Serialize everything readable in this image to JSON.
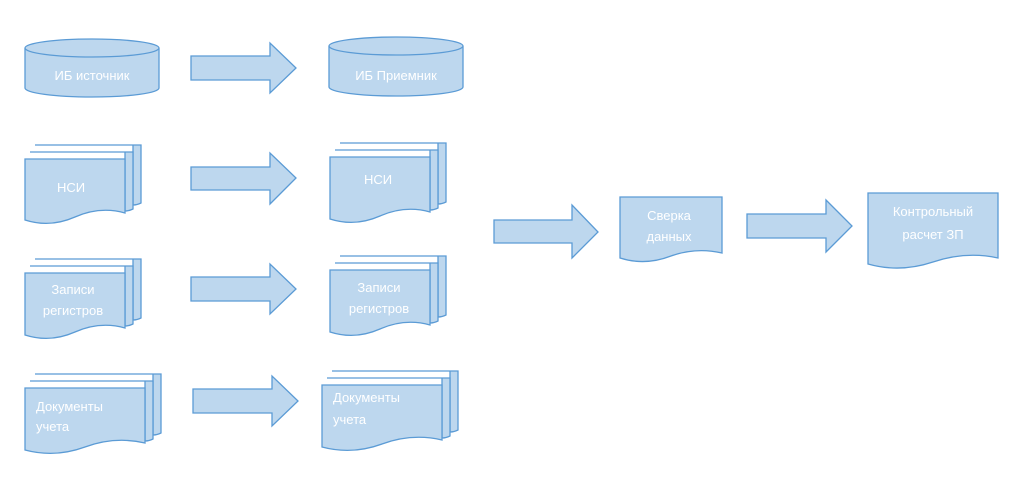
{
  "diagram": {
    "sources": {
      "db": "ИБ источник",
      "nsi": "НСИ",
      "registers": [
        "Записи",
        "регистров"
      ],
      "documents": [
        "Документы",
        "учета"
      ]
    },
    "targets": {
      "db": "ИБ Приемник",
      "nsi": "НСИ",
      "registers": [
        "Записи",
        "регистров"
      ],
      "documents": [
        "Документы",
        "учета"
      ]
    },
    "reconciliation": [
      "Сверка",
      "данных"
    ],
    "control": [
      "Контрольный",
      "расчет ЗП"
    ]
  },
  "colors": {
    "fill": "#bdd7ee",
    "stroke": "#5b9bd5",
    "text": "#ffffff"
  }
}
